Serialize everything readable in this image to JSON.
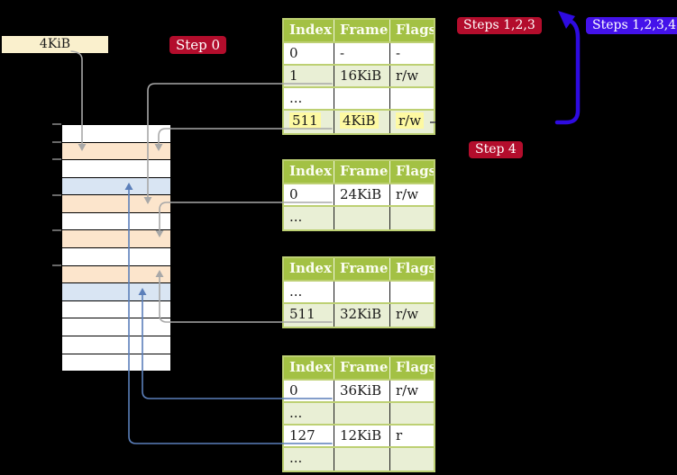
{
  "colors": {
    "canvas_bg": "#000000",
    "badge_red": "#b30d2c",
    "badge_blue": "#4412ea",
    "big_arrow_blue": "#2e0be0",
    "connector_gray": "#a8a8a8",
    "connector_blue": "#5b7fba",
    "header_green": "#a3c144",
    "row_alt_green": "#e9efd5",
    "row_white": "#ffffff",
    "highlight_yellow": "#fdf9a2",
    "mem_orange": "#fce5cc",
    "mem_blue": "#d9e5f3",
    "label_wheat": "#faf0cd",
    "table_border_green": "#bdd073",
    "cell_divider_black": "#1a1a1a",
    "tick_gray": "#8a8a8a"
  },
  "labels": {
    "page_size": "4KiB",
    "step0": "Step 0",
    "step4": "Step 4",
    "steps_123": "Steps 1,2,3",
    "steps_1234": "Steps 1,2,3,4"
  },
  "table_headers": [
    "Index",
    "Frame",
    "Flags"
  ],
  "tables": {
    "t1": {
      "rows": [
        [
          "0",
          "-",
          "-"
        ],
        [
          "1",
          "16KiB",
          "r/w"
        ],
        [
          "...",
          "",
          ""
        ],
        [
          "511",
          "4KiB",
          "r/w"
        ]
      ]
    },
    "t2": {
      "rows": [
        [
          "0",
          "24KiB",
          "r/w"
        ],
        [
          "...",
          "",
          ""
        ]
      ]
    },
    "t3": {
      "rows": [
        [
          "...",
          "",
          ""
        ],
        [
          "511",
          "32KiB",
          "r/w"
        ]
      ]
    },
    "t4": {
      "rows": [
        [
          "0",
          "36KiB",
          "r/w"
        ],
        [
          "...",
          "",
          ""
        ],
        [
          "127",
          "12KiB",
          "r"
        ],
        [
          "...",
          "",
          ""
        ]
      ]
    }
  },
  "memory_column": {
    "rows": [
      "white",
      "orange",
      "white",
      "blue",
      "orange",
      "white",
      "orange",
      "white",
      "orange",
      "blue",
      "white",
      "white",
      "white",
      "white"
    ]
  }
}
